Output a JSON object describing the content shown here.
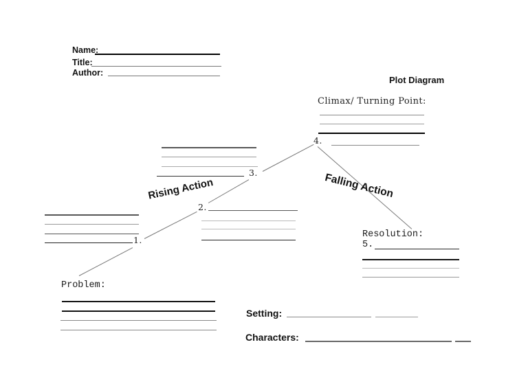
{
  "header": {
    "name_label": "Name:",
    "title_label": "Title:",
    "author_label": "Author:"
  },
  "diagram": {
    "title": "Plot Diagram",
    "climax_label": "Climax/ Turning Point:",
    "rising_label": "Rising Action",
    "falling_label": "Falling Action",
    "resolution_label": "Resolution:",
    "problem_label": "Problem:",
    "numbers": {
      "point1": "1.",
      "point2": "2.",
      "point3": "3.",
      "point4": "4.",
      "point5": "5."
    }
  },
  "footer": {
    "setting_label": "Setting:",
    "characters_label": "Characters:"
  },
  "colors": {
    "ink": "#111111",
    "line_dark": "#222222",
    "line_mid": "#888888",
    "line_light": "#bbbbbb",
    "diagonal": "#777777"
  }
}
